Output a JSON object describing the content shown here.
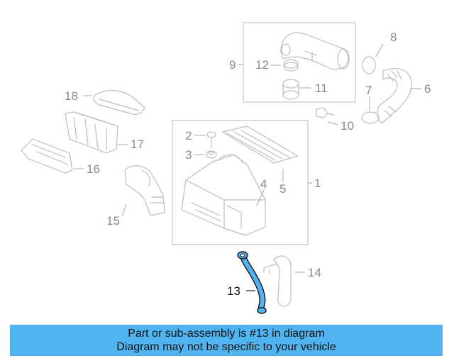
{
  "callouts": {
    "c1": "1",
    "c2": "2",
    "c3": "3",
    "c4": "4",
    "c5": "5",
    "c6": "6",
    "c7": "7",
    "c8": "8",
    "c9": "9",
    "c10": "10",
    "c11": "11",
    "c12": "12",
    "c13": "13",
    "c14": "14",
    "c15": "15",
    "c16": "16",
    "c17": "17",
    "c18": "18"
  },
  "highlight_part": "13",
  "banner": {
    "line1": "Part or sub-assembly is #13 in diagram",
    "line2": "Diagram may not be specific to your vehicle"
  },
  "colors": {
    "highlight": "#4fb4f0",
    "line_gray": "#b5b5b5",
    "label_gray": "#8a8a8a"
  }
}
